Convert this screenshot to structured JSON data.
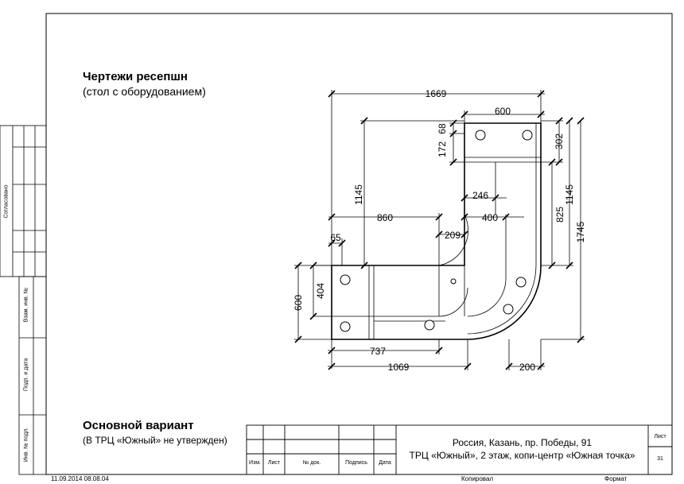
{
  "sheet": {
    "title": "Чертежи ресепшн",
    "subtitle": "(стол с оборудованием)",
    "variant": "Основной вариант",
    "variant_note": "(В ТРЦ «Южный» не утвержден)"
  },
  "side_stamp": {
    "agreed": "Согласовано",
    "replaced_inv": "Взам. инв. №",
    "sign_date": "Подп. и дата",
    "orig_inv": "Инв. № подл."
  },
  "title_block": {
    "col_labels": [
      "Изм.",
      "Лист",
      "№ док.",
      "Подпись",
      "Дата"
    ],
    "address_line1": "Россия, Казань, пр. Победы, 91",
    "address_line2": "ТРЦ «Южный», 2 этаж, копи-центр «Южная точка»",
    "sheet_label": "Лист",
    "sheet_number": "31"
  },
  "footer": {
    "datetime": "11.09.2014 08.08.04",
    "copied": "Копировал",
    "format": "Формат"
  },
  "dimensions": {
    "d1669": "1669",
    "d600_top": "600",
    "d68": "68",
    "d172": "172",
    "d302": "302",
    "d1145_left": "1145",
    "d1145_right": "1145",
    "d246": "246",
    "d400": "400",
    "d825": "825",
    "d1745": "1745",
    "d860": "860",
    "d209": "209",
    "d65": "65",
    "d404": "404",
    "d600_left": "600",
    "d737": "737",
    "d1069": "1069",
    "d200": "200"
  }
}
